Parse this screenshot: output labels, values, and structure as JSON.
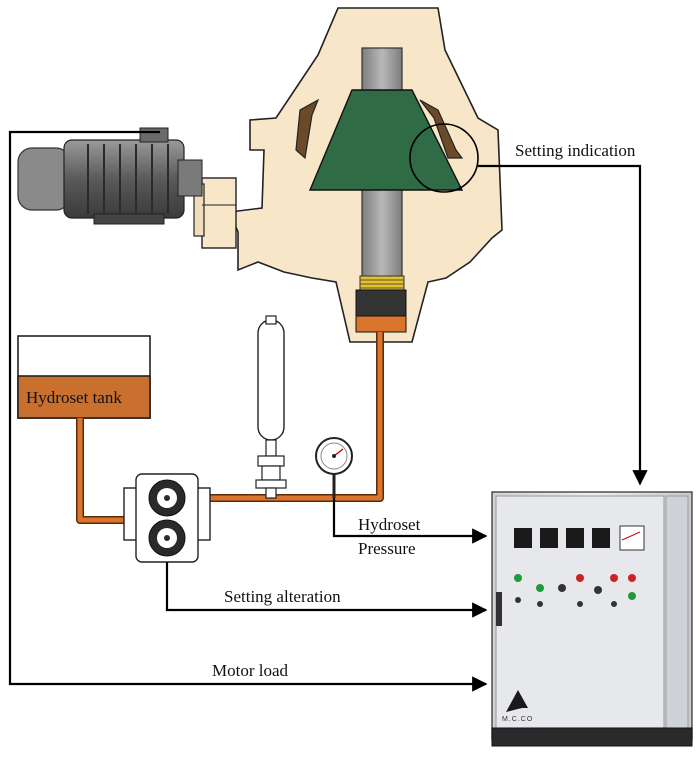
{
  "labels": {
    "setting_indication": "Setting indication",
    "hydroset_tank": "Hydroset tank",
    "hydroset_pressure_1": "Hydroset",
    "hydroset_pressure_2": "Pressure",
    "setting_alteration": "Setting alteration",
    "motor_load": "Motor load",
    "cabinet_brand": "M.C.CO"
  },
  "colors": {
    "crusher_body": "#f7e6c8",
    "mantle": "#2f6b45",
    "shaft": "#9a9a9a",
    "oil": "#d9752d",
    "tank_fill": "#c9702e",
    "cabinet": "#dfe1e6",
    "line": "#000000"
  },
  "icons": {
    "motor": "electric-motor-icon",
    "pump": "gear-pump-icon",
    "gauge": "pressure-gauge-icon",
    "accumulator": "accumulator-icon",
    "cabinet": "control-cabinet-icon"
  }
}
